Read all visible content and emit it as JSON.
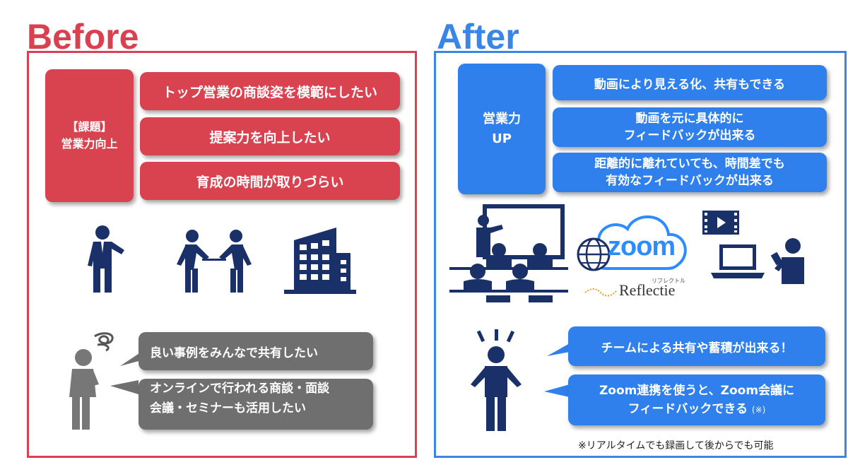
{
  "before": {
    "heading": "Before",
    "issue_box": {
      "line1": "【課題】",
      "line2": "営業力向上"
    },
    "items": [
      "トップ営業の商談姿を模範にしたい",
      "提案力を向上したい",
      "育成の時間が取りづらい"
    ],
    "speech": [
      "良い事例をみんなで共有したい",
      "オンラインで行われる商談・面談",
      "会議・セミナーも活用したい"
    ]
  },
  "after": {
    "heading": "After",
    "issue_box": {
      "line1": "営業力",
      "line2": "UP"
    },
    "items": [
      {
        "line1": "動画により見える化、共有もできる",
        "line2": ""
      },
      {
        "line1": "動画を元に具体的に",
        "line2": "フィードバックが出来る"
      },
      {
        "line1": "距離的に離れていても、時間差でも",
        "line2": "有効なフィードバックが出来る"
      }
    ],
    "zoom_logo": "zoom",
    "reflectie_logo": "Reflectie",
    "reflectie_kana": "リフレクトル",
    "speech": [
      {
        "line1": "チームによる共有や蓄積が出来る！",
        "line2": ""
      },
      {
        "line1": "Zoom連携を使うと、Zoom会議に",
        "line2": "フィードバックできる",
        "mark": "(※)"
      }
    ],
    "footnote": "※リアルタイムでも録画して後からでも可能"
  },
  "colors": {
    "before_accent": "#d94150",
    "after_accent": "#3a86e8",
    "icon_navy": "#1a3068",
    "gray_bubble": "#6f6f6f"
  }
}
